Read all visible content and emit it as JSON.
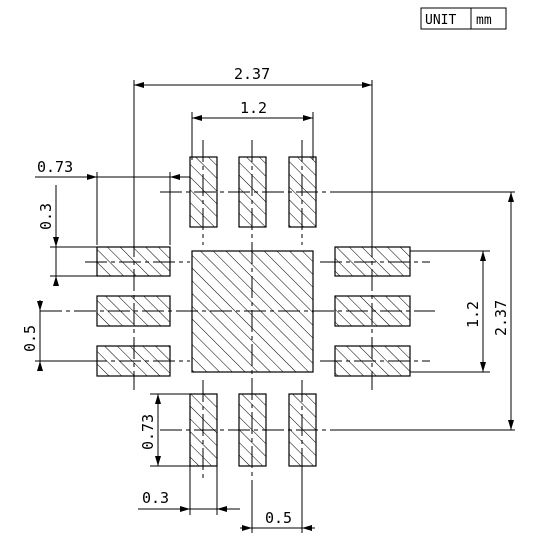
{
  "unit": {
    "label": "UNIT",
    "value": "mm"
  },
  "dimensions": {
    "overall_width": "2.37",
    "overall_height": "2.37",
    "top_pad_span": "1.2",
    "right_pad_span": "1.2",
    "side_pad_length": "0.73",
    "side_pad_width": "0.3",
    "side_pad_pitch": "0.5",
    "bottom_pad_length": "0.73",
    "bottom_pad_width": "0.3",
    "bottom_pad_pitch": "0.5"
  }
}
